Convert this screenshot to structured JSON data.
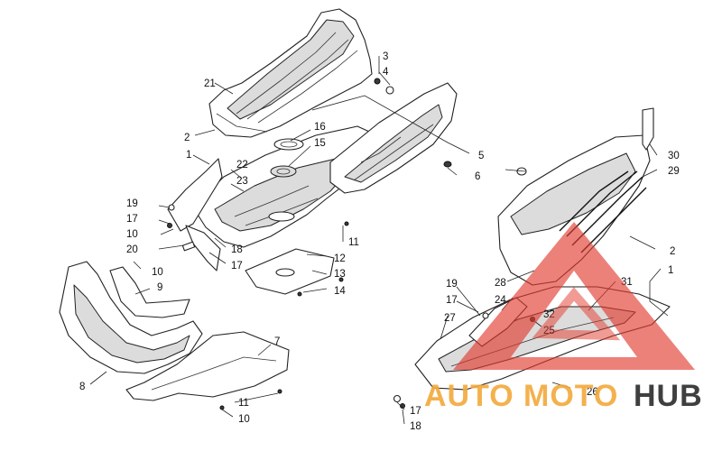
{
  "diagram": {
    "callouts": {
      "c1a": "1",
      "c2a": "2",
      "c3": "3",
      "c4": "4",
      "c5": "5",
      "c6": "6",
      "c7": "7",
      "c8": "8",
      "c9": "9",
      "c10a": "10",
      "c10b": "10",
      "c10c": "10",
      "c11a": "11",
      "c11b": "11",
      "c12": "12",
      "c13": "13",
      "c14": "14",
      "c15": "15",
      "c16": "16",
      "c17a": "17",
      "c17b": "17",
      "c17c": "17",
      "c17d": "17",
      "c18a": "18",
      "c18b": "18",
      "c19a": "19",
      "c19b": "19",
      "c20": "20",
      "c21": "21",
      "c22": "22",
      "c23": "23",
      "c24": "24",
      "c25": "25",
      "c26": "26",
      "c27": "27",
      "c28": "28",
      "c29": "29",
      "c30": "30",
      "c31": "31",
      "c32": "32",
      "c1b": "1",
      "c2b": "2"
    }
  },
  "watermark": {
    "auto": "AUTO",
    "moto": "MOTO",
    "hub": "HUB",
    "colors": {
      "auto": "#f2a93b",
      "moto": "#f2a93b",
      "hub": "#2b2b2b",
      "triangle": "#e23a2e"
    }
  }
}
